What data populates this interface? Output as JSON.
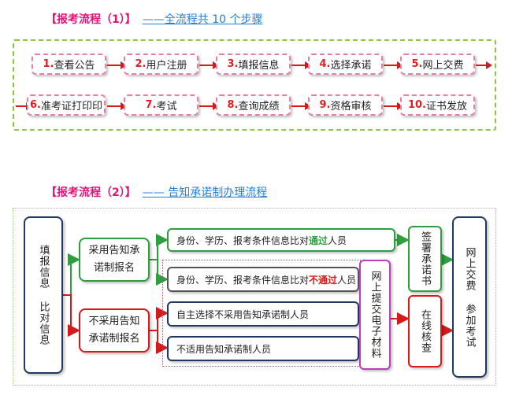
{
  "section1": {
    "title": "【报考流程（1）】",
    "subtitle": "——全流程共 10 个步骤"
  },
  "steps": [
    {
      "num": "1.",
      "label": "查看公告"
    },
    {
      "num": "2.",
      "label": "用户注册"
    },
    {
      "num": "3.",
      "label": "填报信息"
    },
    {
      "num": "4.",
      "label": "选择承诺"
    },
    {
      "num": "5.",
      "label": "网上交费"
    },
    {
      "num": "6.",
      "label": "准考证打印印"
    },
    {
      "num": "7.",
      "label": "考试"
    },
    {
      "num": "8.",
      "label": "查询成绩"
    },
    {
      "num": "9.",
      "label": "资格审核"
    },
    {
      "num": "10.",
      "label": "证书发放"
    }
  ],
  "section2": {
    "title": "【报考流程（2）】",
    "subtitle": "——  告知承诺制办理流程"
  },
  "flow2": {
    "start": "填报信息  比对信息",
    "adopt": "采用告知承诺制报名",
    "not_adopt": "不采用告知承诺制报名",
    "pass_prefix": "身份、学历、报考条件信息比对",
    "pass_word": "通过",
    "pass_suffix": "人员",
    "fail_prefix": "身份、学历、报考条件信息比对",
    "fail_word": "不通过",
    "fail_suffix": "人员",
    "choose_not": "自主选择不采用告知承诺制人员",
    "not_applicable": "不适用告知承诺制人员",
    "submit": "网上提交电子材料",
    "sign": "签署承诺书",
    "verify": "在线核查",
    "pay": "网上交费  参加考试",
    "colors": {
      "green": "#2e9e3e",
      "red": "#d41a1a",
      "navy": "#1f3864",
      "magenta": "#c03ac0",
      "pink": "#e57fa6",
      "lime": "#8cc63f"
    }
  }
}
